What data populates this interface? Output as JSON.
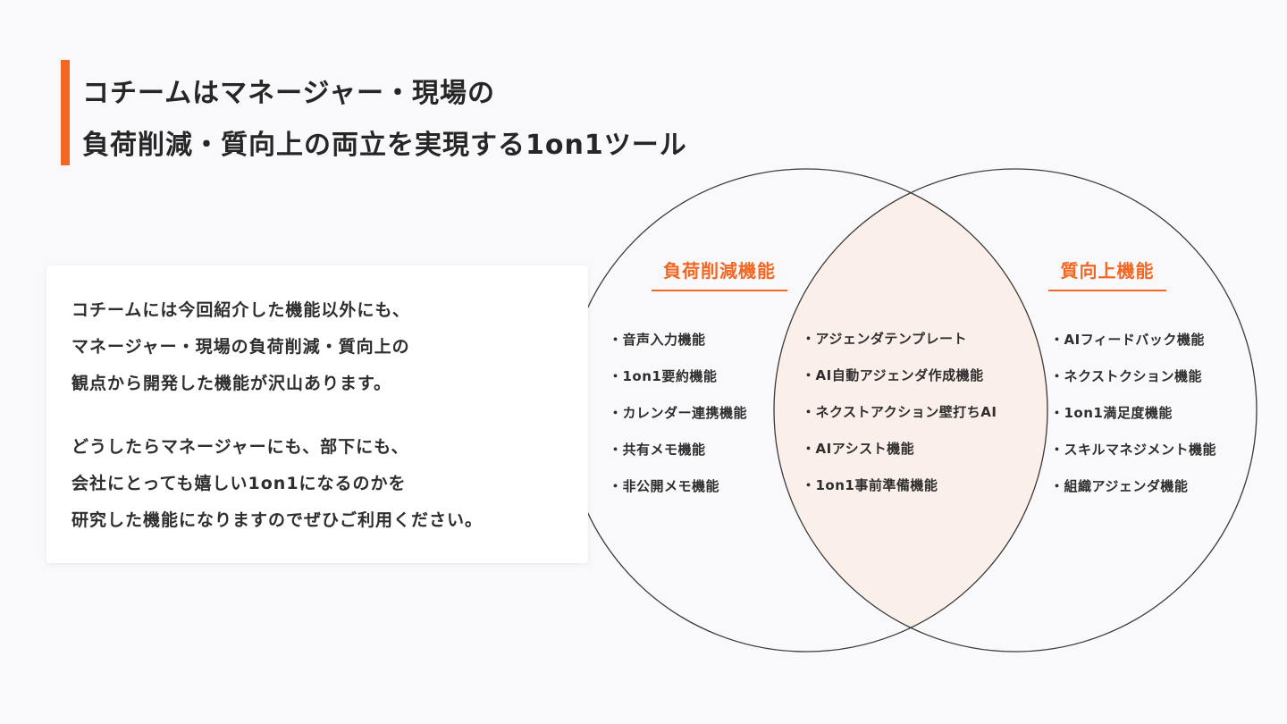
{
  "title": {
    "line1": "コチームはマネージャー・現場の",
    "line2": "負荷削減・質向上の両立を実現する1on1ツール"
  },
  "info": {
    "paragraph1": [
      "コチームには今回紹介した機能以外にも、",
      "マネージャー・現場の負荷削減・質向上の",
      "観点から開発した機能が沢山あります。"
    ],
    "paragraph2": [
      "どうしたらマネージャーにも、部下にも、",
      "会社にとっても嬉しい1on1になるのかを",
      "研究した機能になりますのでぜひご利用ください。"
    ]
  },
  "venn": {
    "left_label": "負荷削減機能",
    "right_label": "質向上機能",
    "left_items": [
      "・音声入力機能",
      "・1on1要約機能",
      "・カレンダー連携機能",
      "・共有メモ機能",
      "・非公開メモ機能"
    ],
    "overlap_items": [
      "・アジェンダテンプレート",
      "・AI自動アジェンダ作成機能",
      "・ネクストアクション壁打ちAI",
      "・AIアシスト機能",
      "・1on1事前準備機能"
    ],
    "right_items": [
      "・AIフィードバック機能",
      "・ネクストクション機能",
      "・1on1満足度機能",
      "・スキルマネジメント機能",
      "・組織アジェンダ機能"
    ]
  },
  "colors": {
    "accent": "#f26722",
    "overlap_fill": "#fbefea",
    "circle_stroke": "#3a3a3a",
    "background": "#f9f9fb"
  }
}
